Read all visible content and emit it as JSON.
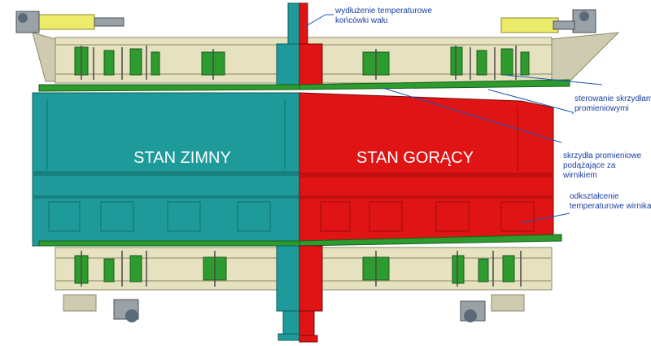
{
  "labels": {
    "cold_state": "STAN ZIMNY",
    "hot_state": "STAN GORĄCY"
  },
  "annotations": {
    "shaft_elongation": [
      "wydłużenie temperaturowe",
      "końcówki wału"
    ],
    "sector_plate_control": [
      "sterowanie skrzydłami",
      "promieniowymi"
    ],
    "radial_plates": [
      "skrzydła promieniowe",
      "podążające za",
      "wirnikiem"
    ],
    "rotor_deformation": [
      "odkształcenie",
      "temperaturowe wirnika"
    ]
  },
  "colors": {
    "cold": "#1f9a9a",
    "hot": "#e01414",
    "frame": "#e6e2bf",
    "frame_line": "#8c8a6e",
    "green": "#2e9b2e",
    "annotation_line": "#1a56b0",
    "annotation_text": "#1a3fa0"
  }
}
